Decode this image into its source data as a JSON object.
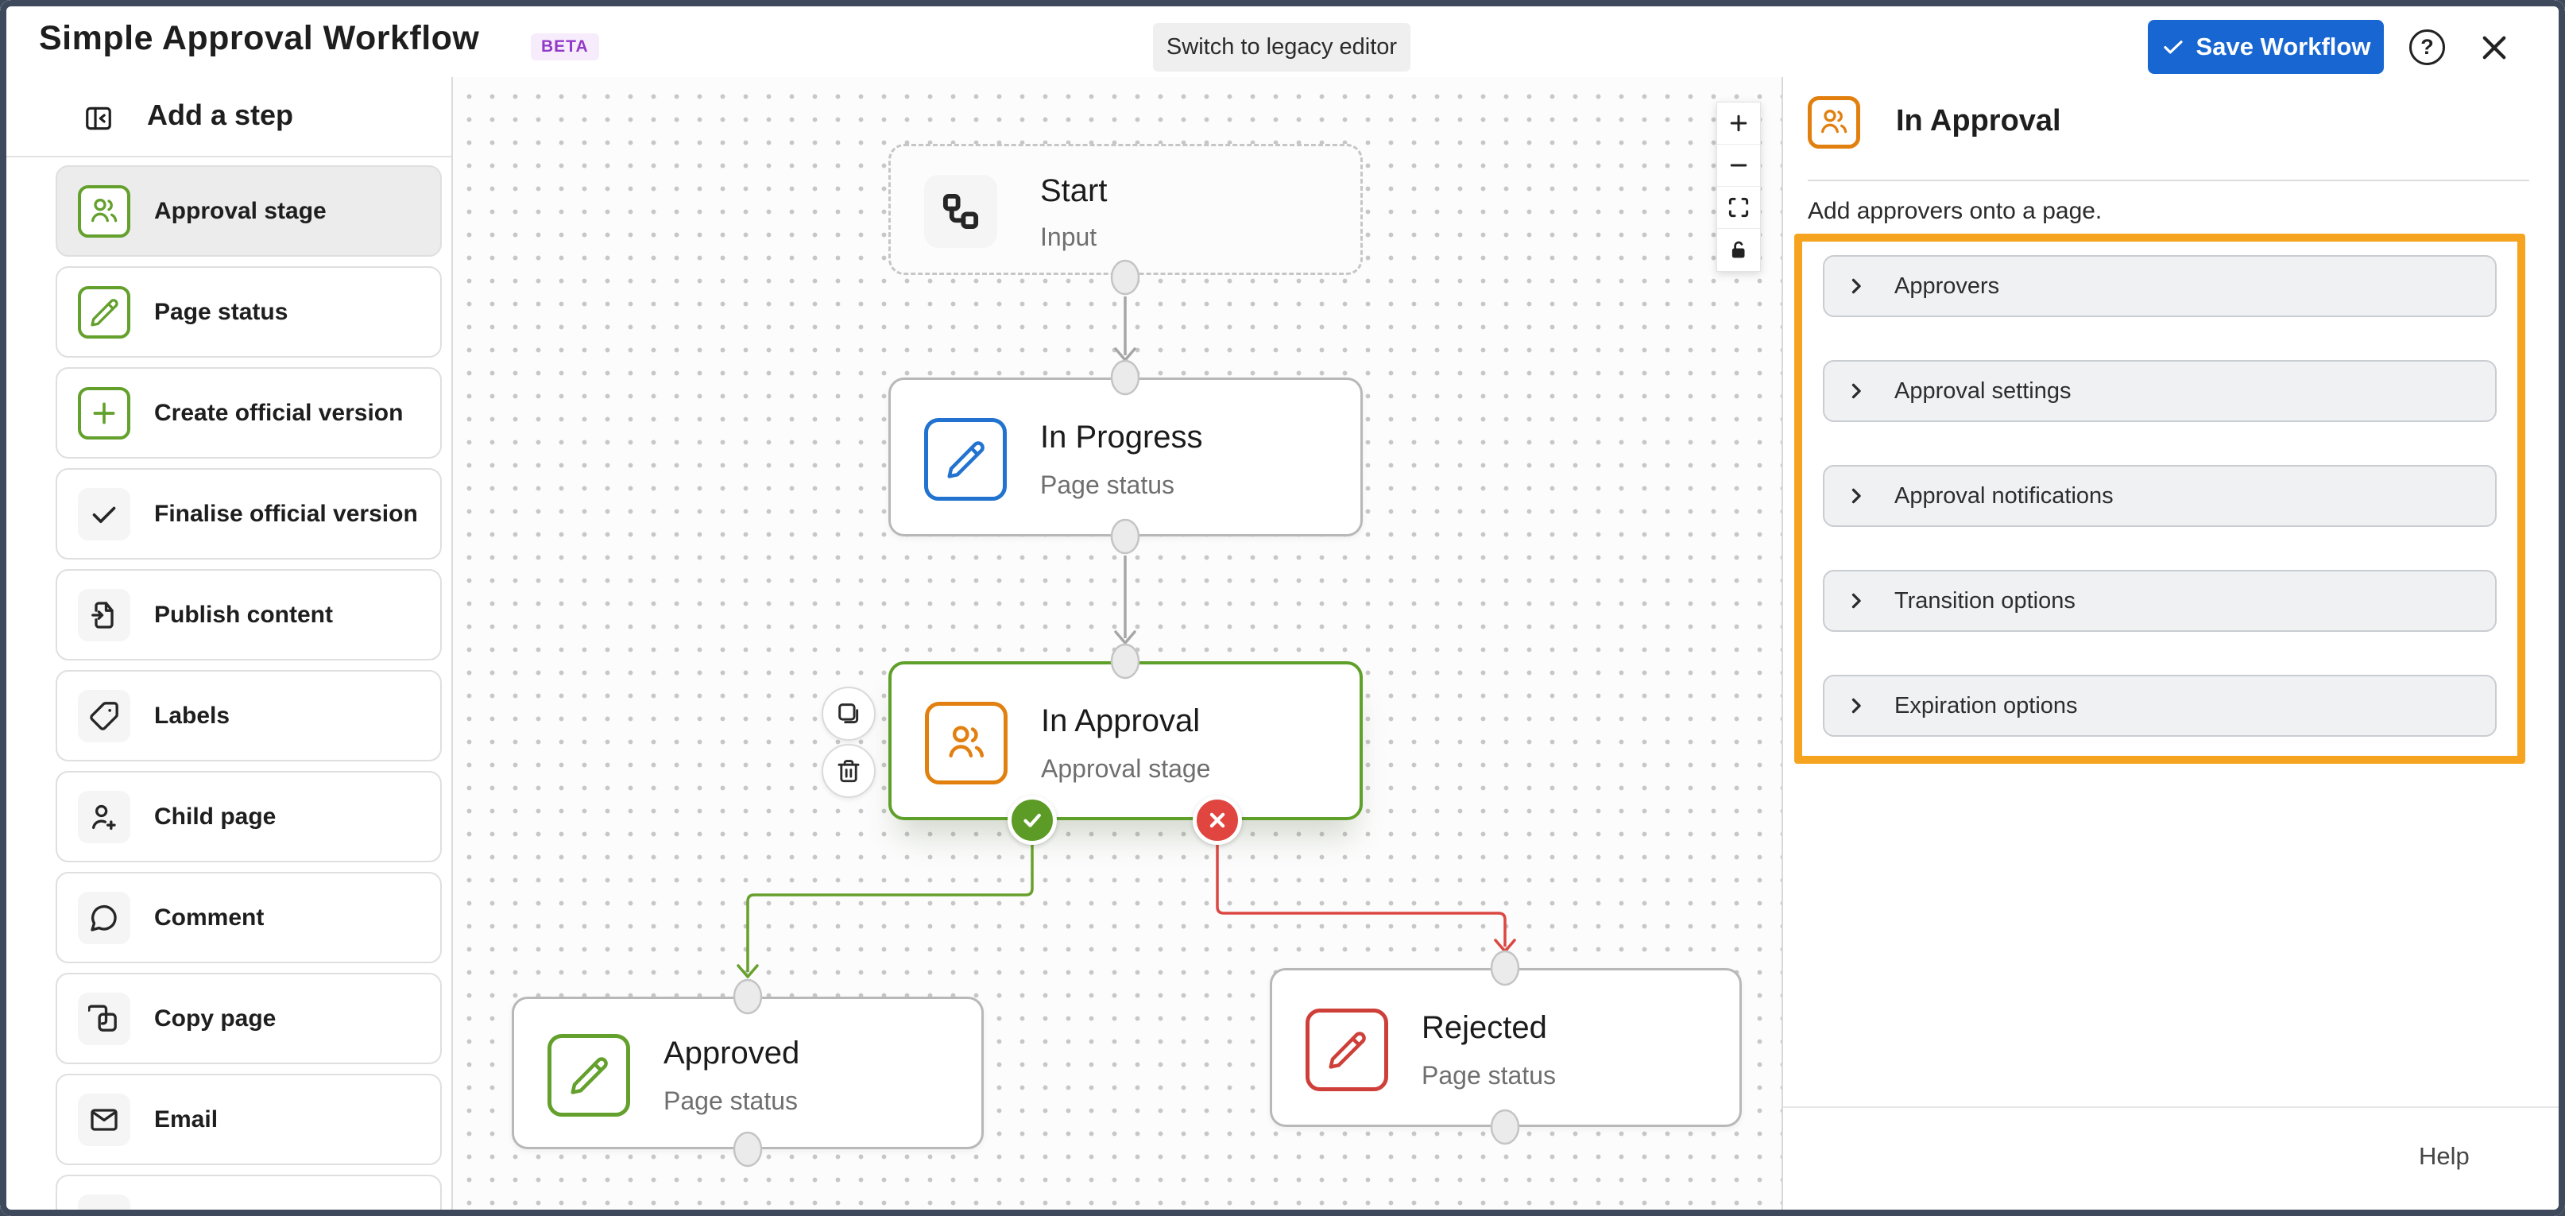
{
  "header": {
    "title": "Simple Approval Workflow",
    "beta": "BETA",
    "switch_label": "Switch to legacy editor",
    "save_label": "Save Workflow",
    "help_glyph": "?"
  },
  "sidebar": {
    "title": "Add a step",
    "items": [
      {
        "label": "Approval stage",
        "icon": "people-icon",
        "style": "green",
        "selected": true
      },
      {
        "label": "Page status",
        "icon": "pencil-icon",
        "style": "green",
        "selected": false
      },
      {
        "label": "Create official version",
        "icon": "plus-icon",
        "style": "green",
        "selected": false
      },
      {
        "label": "Finalise official version",
        "icon": "check-icon",
        "style": "plain",
        "selected": false
      },
      {
        "label": "Publish content",
        "icon": "publish-icon",
        "style": "plain",
        "selected": false
      },
      {
        "label": "Labels",
        "icon": "tag-icon",
        "style": "plain",
        "selected": false
      },
      {
        "label": "Child page",
        "icon": "person-add-icon",
        "style": "plain",
        "selected": false
      },
      {
        "label": "Comment",
        "icon": "comment-icon",
        "style": "plain",
        "selected": false
      },
      {
        "label": "Copy page",
        "icon": "copy-icon",
        "style": "plain",
        "selected": false
      },
      {
        "label": "Email",
        "icon": "email-icon",
        "style": "plain",
        "selected": false
      }
    ]
  },
  "canvas": {
    "nodes": [
      {
        "id": "start",
        "title": "Start",
        "subtitle": "Input",
        "icon": "workflow-icon",
        "accent": "#262626"
      },
      {
        "id": "in-progress",
        "title": "In Progress",
        "subtitle": "Page status",
        "icon": "pencil-icon",
        "accent": "#2273D0"
      },
      {
        "id": "in-approval",
        "title": "In Approval",
        "subtitle": "Approval stage",
        "icon": "people-icon",
        "accent": "#E2800F",
        "selected": true
      },
      {
        "id": "approved",
        "title": "Approved",
        "subtitle": "Page status",
        "icon": "pencil-icon",
        "accent": "#63A02C"
      },
      {
        "id": "rejected",
        "title": "Rejected",
        "subtitle": "Page status",
        "icon": "pencil-icon",
        "accent": "#CF3F39"
      }
    ],
    "zoom_controls": [
      "zoom-in",
      "zoom-out",
      "fit-view",
      "unlock"
    ],
    "edge_colors": {
      "default": "#A6A6A6",
      "approve": "#67A02B",
      "reject": "#DB4742"
    }
  },
  "panel": {
    "title": "In Approval",
    "description": "Add approvers onto a page.",
    "sections": [
      "Approvers",
      "Approval settings",
      "Approval notifications",
      "Transition options",
      "Expiration options"
    ],
    "help_label": "Help",
    "highlight_color": "#F6A41F"
  }
}
